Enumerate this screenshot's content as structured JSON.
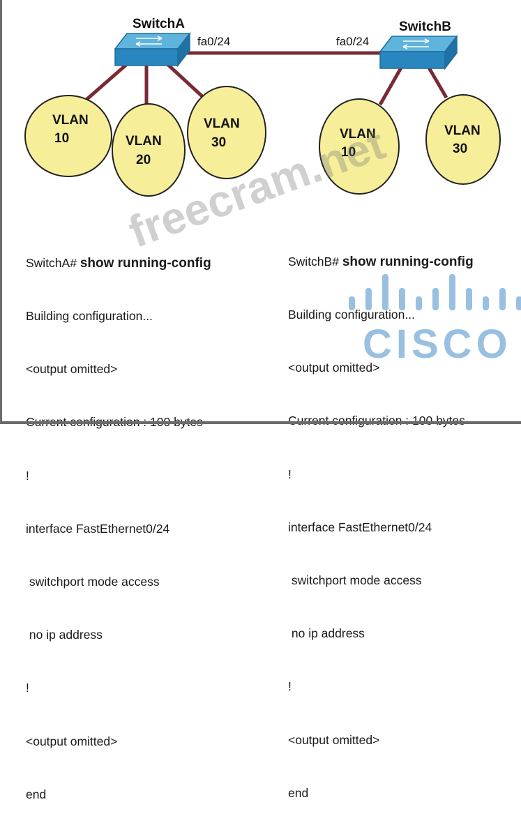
{
  "switches": [
    {
      "name": "SwitchA",
      "port": "fa0/24"
    },
    {
      "name": "SwitchB",
      "port": "fa0/24"
    }
  ],
  "vlans_a": [
    {
      "label": "VLAN",
      "id": "10"
    },
    {
      "label": "VLAN",
      "id": "20"
    },
    {
      "label": "VLAN",
      "id": "30"
    }
  ],
  "vlans_b": [
    {
      "label": "VLAN",
      "id": "10"
    },
    {
      "label": "VLAN",
      "id": "30"
    }
  ],
  "config_a": {
    "prompt": "SwitchA# ",
    "command": "show running-config",
    "lines": [
      "Building configuration...",
      "<output omitted>",
      "Current configuration : 100 bytes",
      "!",
      "interface FastEthernet0/24",
      " switchport mode access",
      " no ip address",
      "!",
      "<output omitted>",
      "end"
    ]
  },
  "config_b": {
    "prompt": "SwitchB# ",
    "command": "show running-config",
    "lines": [
      "Building configuration...",
      "<output omitted>",
      "Current configuration : 100 bytes",
      "!",
      "interface FastEthernet0/24",
      " switchport mode access",
      " no ip address",
      "!",
      "<output omitted>",
      "end"
    ]
  },
  "watermark": "freecram.net",
  "logo_text": "CISCO",
  "colors": {
    "switch_top": "#5fb4dc",
    "switch_side": "#2a86bf",
    "link": "#7a2a35",
    "vlan_fill": "#f7ee9a",
    "vlan_stroke": "#222222"
  }
}
